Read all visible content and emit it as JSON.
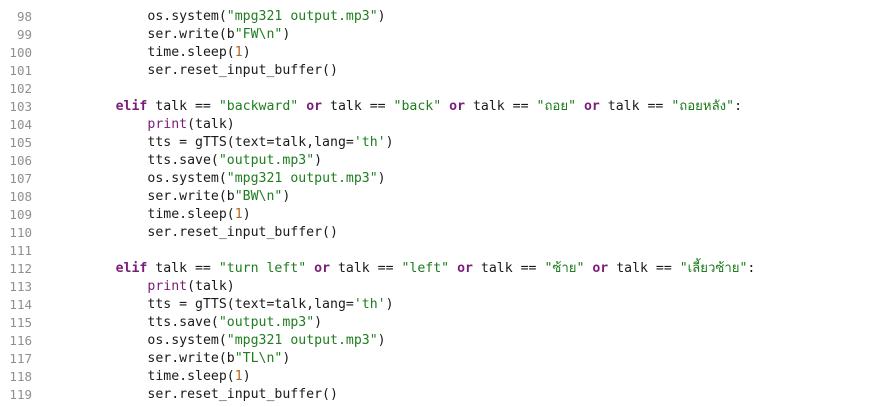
{
  "lines": [
    {
      "number": "98",
      "indent": 12,
      "tokens": [
        {
          "t": "os.system(",
          "c": "p"
        },
        {
          "t": "\"mpg321 output.mp3\"",
          "c": "str"
        },
        {
          "t": ")",
          "c": "p"
        }
      ]
    },
    {
      "number": "99",
      "indent": 12,
      "tokens": [
        {
          "t": "ser.write(b",
          "c": "p"
        },
        {
          "t": "\"FW\\n\"",
          "c": "str"
        },
        {
          "t": ")",
          "c": "p"
        }
      ]
    },
    {
      "number": "100",
      "indent": 12,
      "tokens": [
        {
          "t": "time.sleep(",
          "c": "p"
        },
        {
          "t": "1",
          "c": "num"
        },
        {
          "t": ")",
          "c": "p"
        }
      ]
    },
    {
      "number": "101",
      "indent": 12,
      "tokens": [
        {
          "t": "ser.reset_input_buffer()",
          "c": "p"
        }
      ]
    },
    {
      "number": "102",
      "indent": 0,
      "tokens": []
    },
    {
      "number": "103",
      "indent": 8,
      "tokens": [
        {
          "t": "elif",
          "c": "kw"
        },
        {
          "t": " talk == ",
          "c": "p"
        },
        {
          "t": "\"backward\"",
          "c": "str"
        },
        {
          "t": " ",
          "c": "p"
        },
        {
          "t": "or",
          "c": "kw"
        },
        {
          "t": " talk == ",
          "c": "p"
        },
        {
          "t": "\"back\"",
          "c": "str"
        },
        {
          "t": " ",
          "c": "p"
        },
        {
          "t": "or",
          "c": "kw"
        },
        {
          "t": " talk == ",
          "c": "p"
        },
        {
          "t": "\"ถอย\"",
          "c": "str"
        },
        {
          "t": " ",
          "c": "p"
        },
        {
          "t": "or",
          "c": "kw"
        },
        {
          "t": " talk == ",
          "c": "p"
        },
        {
          "t": "\"ถอยหลัง\"",
          "c": "str"
        },
        {
          "t": ":",
          "c": "p"
        }
      ]
    },
    {
      "number": "104",
      "indent": 12,
      "tokens": [
        {
          "t": "print",
          "c": "bi"
        },
        {
          "t": "(talk)",
          "c": "p"
        }
      ]
    },
    {
      "number": "105",
      "indent": 12,
      "tokens": [
        {
          "t": "tts = gTTS(text=talk,lang=",
          "c": "p"
        },
        {
          "t": "'th'",
          "c": "str"
        },
        {
          "t": ")",
          "c": "p"
        }
      ]
    },
    {
      "number": "106",
      "indent": 12,
      "tokens": [
        {
          "t": "tts.save(",
          "c": "p"
        },
        {
          "t": "\"output.mp3\"",
          "c": "str"
        },
        {
          "t": ")",
          "c": "p"
        }
      ]
    },
    {
      "number": "107",
      "indent": 12,
      "tokens": [
        {
          "t": "os.system(",
          "c": "p"
        },
        {
          "t": "\"mpg321 output.mp3\"",
          "c": "str"
        },
        {
          "t": ")",
          "c": "p"
        }
      ]
    },
    {
      "number": "108",
      "indent": 12,
      "tokens": [
        {
          "t": "ser.write(b",
          "c": "p"
        },
        {
          "t": "\"BW\\n\"",
          "c": "str"
        },
        {
          "t": ")",
          "c": "p"
        }
      ]
    },
    {
      "number": "109",
      "indent": 12,
      "tokens": [
        {
          "t": "time.sleep(",
          "c": "p"
        },
        {
          "t": "1",
          "c": "num"
        },
        {
          "t": ")",
          "c": "p"
        }
      ]
    },
    {
      "number": "110",
      "indent": 12,
      "tokens": [
        {
          "t": "ser.reset_input_buffer()",
          "c": "p"
        }
      ]
    },
    {
      "number": "111",
      "indent": 0,
      "tokens": []
    },
    {
      "number": "112",
      "indent": 8,
      "tokens": [
        {
          "t": "elif",
          "c": "kw"
        },
        {
          "t": " talk == ",
          "c": "p"
        },
        {
          "t": "\"turn left\"",
          "c": "str"
        },
        {
          "t": " ",
          "c": "p"
        },
        {
          "t": "or",
          "c": "kw"
        },
        {
          "t": " talk == ",
          "c": "p"
        },
        {
          "t": "\"left\"",
          "c": "str"
        },
        {
          "t": " ",
          "c": "p"
        },
        {
          "t": "or",
          "c": "kw"
        },
        {
          "t": " talk == ",
          "c": "p"
        },
        {
          "t": "\"ซ้าย\"",
          "c": "str"
        },
        {
          "t": " ",
          "c": "p"
        },
        {
          "t": "or",
          "c": "kw"
        },
        {
          "t": " talk == ",
          "c": "p"
        },
        {
          "t": "\"เลี้ยวซ้าย\"",
          "c": "str"
        },
        {
          "t": ":",
          "c": "p"
        }
      ]
    },
    {
      "number": "113",
      "indent": 12,
      "tokens": [
        {
          "t": "print",
          "c": "bi"
        },
        {
          "t": "(talk)",
          "c": "p"
        }
      ]
    },
    {
      "number": "114",
      "indent": 12,
      "tokens": [
        {
          "t": "tts = gTTS(text=talk,lang=",
          "c": "p"
        },
        {
          "t": "'th'",
          "c": "str"
        },
        {
          "t": ")",
          "c": "p"
        }
      ]
    },
    {
      "number": "115",
      "indent": 12,
      "tokens": [
        {
          "t": "tts.save(",
          "c": "p"
        },
        {
          "t": "\"output.mp3\"",
          "c": "str"
        },
        {
          "t": ")",
          "c": "p"
        }
      ]
    },
    {
      "number": "116",
      "indent": 12,
      "tokens": [
        {
          "t": "os.system(",
          "c": "p"
        },
        {
          "t": "\"mpg321 output.mp3\"",
          "c": "str"
        },
        {
          "t": ")",
          "c": "p"
        }
      ]
    },
    {
      "number": "117",
      "indent": 12,
      "tokens": [
        {
          "t": "ser.write(b",
          "c": "p"
        },
        {
          "t": "\"TL\\n\"",
          "c": "str"
        },
        {
          "t": ")",
          "c": "p"
        }
      ]
    },
    {
      "number": "118",
      "indent": 12,
      "tokens": [
        {
          "t": "time.sleep(",
          "c": "p"
        },
        {
          "t": "1",
          "c": "num"
        },
        {
          "t": ")",
          "c": "p"
        }
      ]
    },
    {
      "number": "119",
      "indent": 12,
      "tokens": [
        {
          "t": "ser.reset_input_buffer()",
          "c": "p"
        }
      ]
    }
  ],
  "colors": {
    "keyword": "#7a1c7a",
    "string": "#1e7d1e",
    "number": "#b5651d",
    "line_number": "#8f8f8f",
    "text": "#1a1a1a",
    "background": "#ffffff"
  }
}
